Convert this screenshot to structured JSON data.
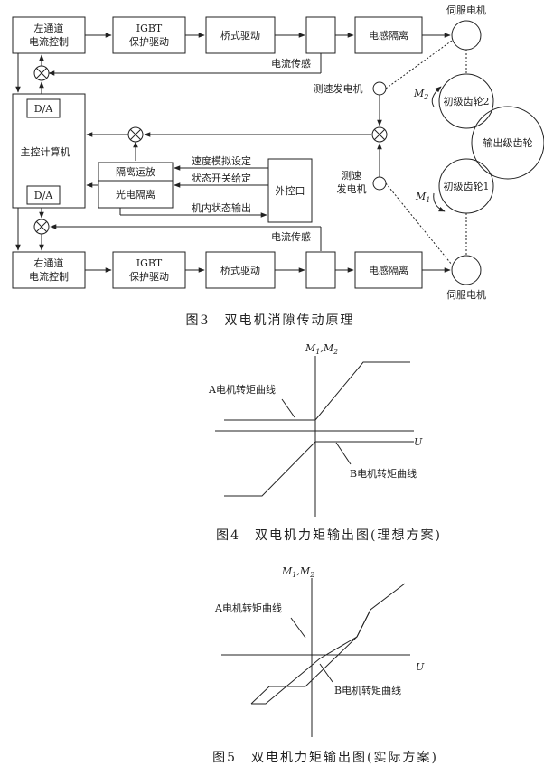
{
  "fig3": {
    "caption": "图3　双电机消隙传动原理",
    "left_channel": [
      "左通道",
      "电流控制"
    ],
    "right_channel": [
      "右通道",
      "电流控制"
    ],
    "igbt": [
      "IGBT",
      "保护驱动"
    ],
    "bridge_drive": "桥式驱动",
    "inductor_isolation": "电感隔离",
    "servo_motor": "伺服电机",
    "current_sensor": "电流传感",
    "da": "D/A",
    "main_computer": "主控计算机",
    "tacho_top": "测速发电机",
    "tacho_bottom": [
      "测速",
      "发电机"
    ],
    "m2": "M",
    "m2_sub": "2",
    "m1": "M",
    "m1_sub": "1",
    "gear2": "初级齿轮2",
    "gear1": "初级齿轮1",
    "output_gear": "输出级齿轮",
    "isolation_amp": "隔离运放",
    "photo_isolation": "光电隔离",
    "speed_analog": "速度模拟设定",
    "state_switch": "状态开关给定",
    "internal_state": "机内状态输出",
    "external_port": "外控口"
  },
  "fig4": {
    "caption": "图4　双电机力矩输出图(理想方案)",
    "y_axis": "M",
    "y_axis_sub1": "1",
    "y_axis_sep": ",M",
    "y_axis_sub2": "2",
    "x_axis": "U",
    "curve_a": "A电机转矩曲线",
    "curve_b": "B电机转矩曲线"
  },
  "fig5": {
    "caption": "图5　双电机力矩输出图(实际方案)",
    "y_axis": "M",
    "y_axis_sub1": "1",
    "y_axis_sep": ",M",
    "y_axis_sub2": "2",
    "x_axis": "U",
    "curve_a": "A电机转矩曲线",
    "curve_b": "B电机转矩曲线"
  }
}
